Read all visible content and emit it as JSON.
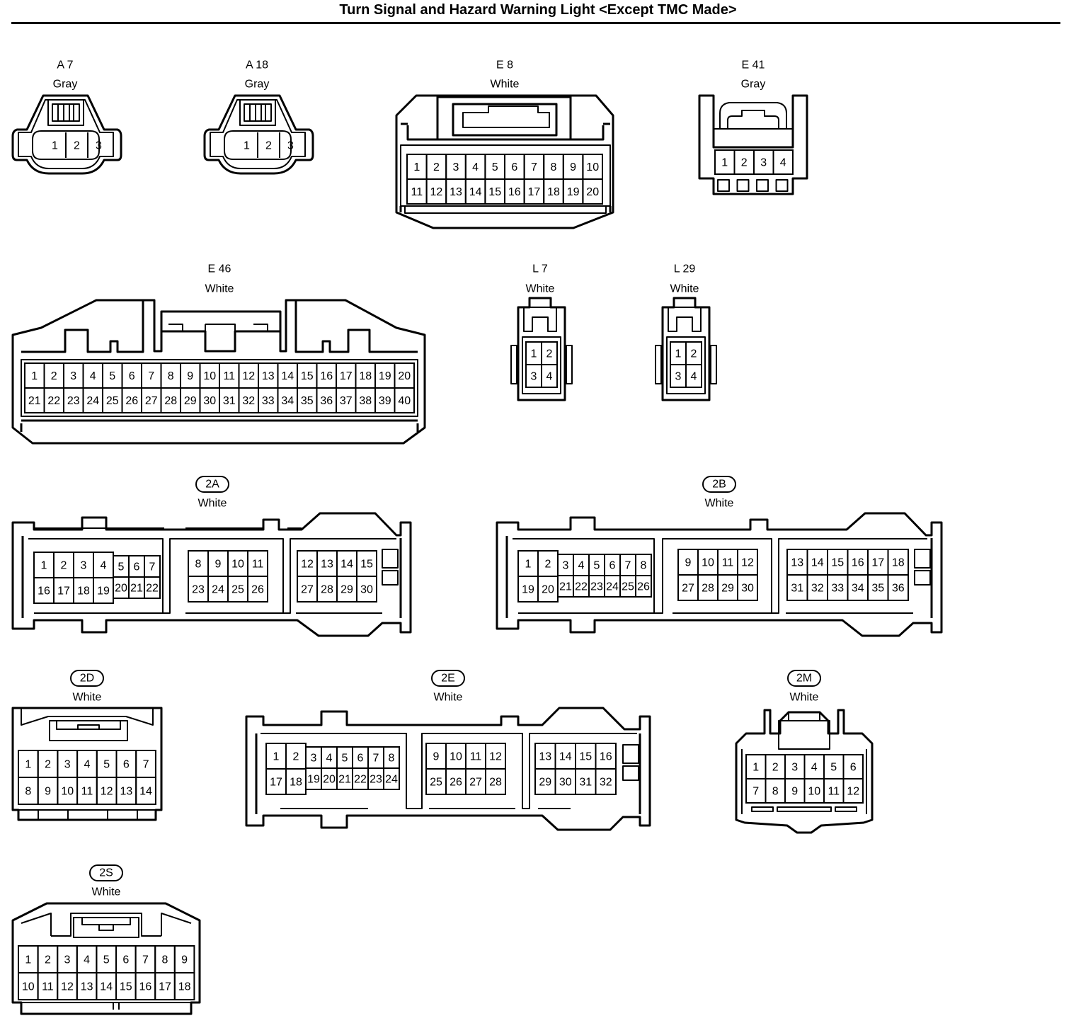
{
  "title": "Turn Signal and Hazard Warning Light <Except TMC Made>",
  "connectors": [
    {
      "id": "A 7",
      "color": "Gray",
      "style": "plain",
      "pins": [
        "1",
        "2",
        "3"
      ]
    },
    {
      "id": "A 18",
      "color": "Gray",
      "style": "plain",
      "pins": [
        "1",
        "2",
        "3"
      ]
    },
    {
      "id": "E 8",
      "color": "White",
      "style": "plain",
      "pins": [
        "1",
        "2",
        "3",
        "4",
        "5",
        "6",
        "7",
        "8",
        "9",
        "10",
        "11",
        "12",
        "13",
        "14",
        "15",
        "16",
        "17",
        "18",
        "19",
        "20"
      ]
    },
    {
      "id": "E 41",
      "color": "Gray",
      "style": "plain",
      "pins": [
        "1",
        "2",
        "3",
        "4"
      ]
    },
    {
      "id": "E 46",
      "color": "White",
      "style": "plain",
      "pins": [
        "1",
        "2",
        "3",
        "4",
        "5",
        "6",
        "7",
        "8",
        "9",
        "10",
        "11",
        "12",
        "13",
        "14",
        "15",
        "16",
        "17",
        "18",
        "19",
        "20",
        "21",
        "22",
        "23",
        "24",
        "25",
        "26",
        "27",
        "28",
        "29",
        "30",
        "31",
        "32",
        "33",
        "34",
        "35",
        "36",
        "37",
        "38",
        "39",
        "40"
      ]
    },
    {
      "id": "L 7",
      "color": "White",
      "style": "plain",
      "pins": [
        "1",
        "2",
        "3",
        "4"
      ]
    },
    {
      "id": "L 29",
      "color": "White",
      "style": "plain",
      "pins": [
        "1",
        "2",
        "3",
        "4"
      ]
    },
    {
      "id": "2A",
      "color": "White",
      "style": "oval",
      "pins": [
        "1",
        "2",
        "3",
        "4",
        "5",
        "6",
        "7",
        "16",
        "17",
        "18",
        "19",
        "20",
        "21",
        "22",
        "8",
        "9",
        "10",
        "11",
        "23",
        "24",
        "25",
        "26",
        "12",
        "13",
        "14",
        "15",
        "27",
        "28",
        "29",
        "30"
      ]
    },
    {
      "id": "2B",
      "color": "White",
      "style": "oval",
      "pins": [
        "1",
        "2",
        "3",
        "4",
        "5",
        "6",
        "7",
        "8",
        "19",
        "20",
        "21",
        "22",
        "23",
        "24",
        "25",
        "26",
        "9",
        "10",
        "11",
        "12",
        "27",
        "28",
        "29",
        "30",
        "13",
        "14",
        "15",
        "16",
        "17",
        "18",
        "31",
        "32",
        "33",
        "34",
        "35",
        "36"
      ]
    },
    {
      "id": "2D",
      "color": "White",
      "style": "oval",
      "pins": [
        "1",
        "2",
        "3",
        "4",
        "5",
        "6",
        "7",
        "8",
        "9",
        "10",
        "11",
        "12",
        "13",
        "14"
      ]
    },
    {
      "id": "2E",
      "color": "White",
      "style": "oval",
      "pins": [
        "1",
        "2",
        "3",
        "4",
        "5",
        "6",
        "7",
        "8",
        "17",
        "18",
        "19",
        "20",
        "21",
        "22",
        "23",
        "24",
        "9",
        "10",
        "11",
        "12",
        "25",
        "26",
        "27",
        "28",
        "13",
        "14",
        "15",
        "16",
        "29",
        "30",
        "31",
        "32"
      ]
    },
    {
      "id": "2M",
      "color": "White",
      "style": "oval",
      "pins": [
        "1",
        "2",
        "3",
        "4",
        "5",
        "6",
        "7",
        "8",
        "9",
        "10",
        "11",
        "12"
      ]
    },
    {
      "id": "2S",
      "color": "White",
      "style": "oval",
      "pins": [
        "1",
        "2",
        "3",
        "4",
        "5",
        "6",
        "7",
        "8",
        "9",
        "10",
        "11",
        "12",
        "13",
        "14",
        "15",
        "16",
        "17",
        "18"
      ]
    }
  ]
}
